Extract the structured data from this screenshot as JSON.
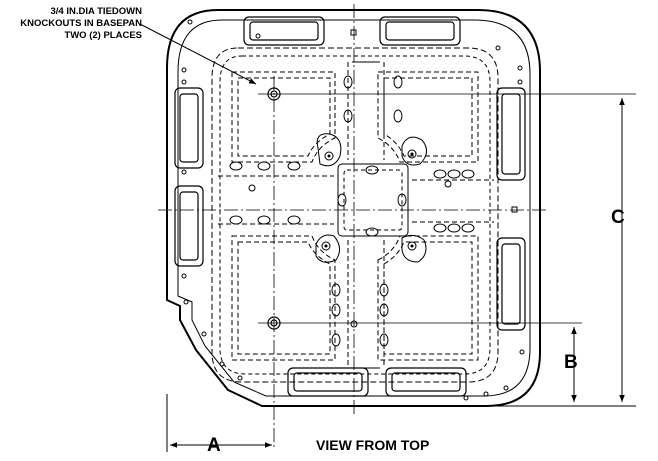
{
  "note": {
    "line1": "3/4 IN.DIA TIEDOWN",
    "line2": "KNOCKOUTS IN BASEPAN",
    "line3": "TWO (2) PLACES"
  },
  "dimensions": {
    "a": "A",
    "b": "B",
    "c": "C"
  },
  "view_label": "VIEW FROM TOP"
}
